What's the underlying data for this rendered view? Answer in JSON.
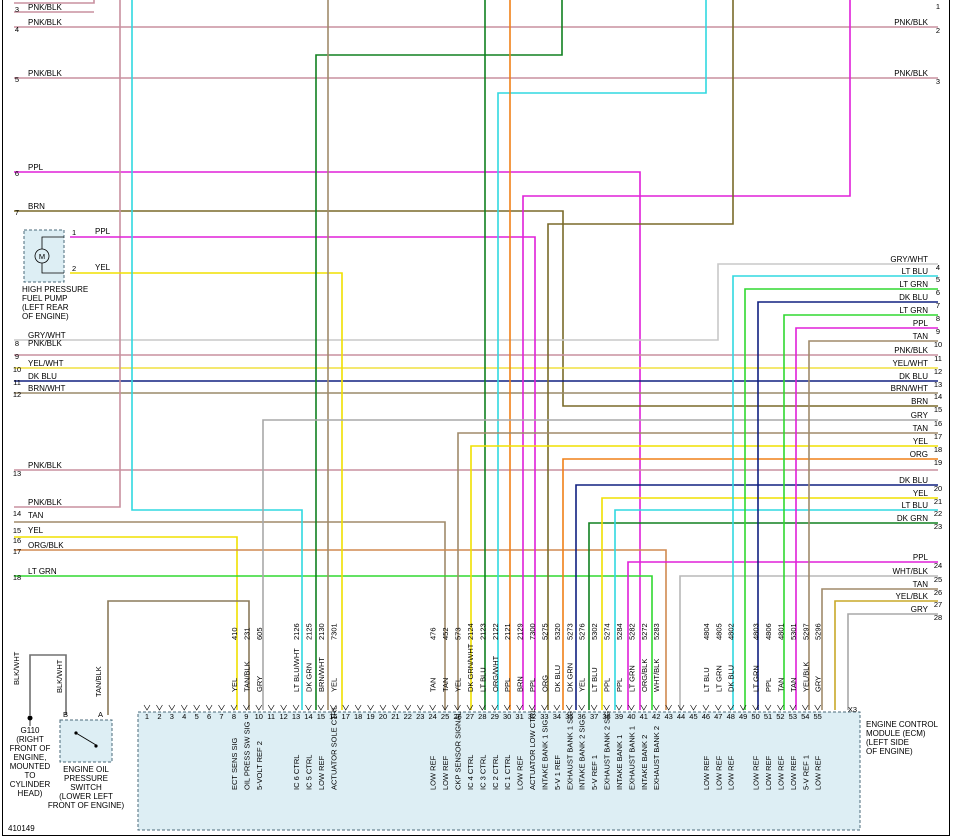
{
  "diagram_id": "410149",
  "ecm_label": [
    "ENGINE CONTROL",
    "MODULE (ECM)",
    "(LEFT SIDE",
    "OF ENGINE)"
  ],
  "ecm_connector_label": "X3",
  "pump_label": [
    "HIGH PRESSURE",
    "FUEL PUMP",
    "(LEFT REAR",
    "OF ENGINE)"
  ],
  "pump_pins": [
    "1",
    "2"
  ],
  "pump_motor_symbol": "M",
  "ground_label": [
    "G110",
    "(RIGHT",
    "FRONT OF",
    "ENGINE,",
    "MOUNTED",
    "TO",
    "CYLINDER",
    "HEAD)"
  ],
  "switch_label": [
    "ENGINE OIL",
    "PRESSURE",
    "SWITCH",
    "(LOWER LEFT",
    "FRONT OF ENGINE)"
  ],
  "switch_pins": [
    "B",
    "A"
  ],
  "switch_wires": [
    "BLK/WHT",
    "TAN/BLK"
  ],
  "ground_wire": "BLK/WHT",
  "left_labels": [
    {
      "pin": "3",
      "text": "PNK/BLK"
    },
    {
      "pin": "4",
      "text": "PNK/BLK"
    },
    {
      "pin": "5",
      "text": "PNK/BLK"
    },
    {
      "pin": "6",
      "text": "PPL"
    },
    {
      "pin": "7",
      "text": "BRN"
    },
    {
      "pin": "8",
      "text": "GRY/WHT"
    },
    {
      "pin": "",
      "text": "PNK/BLK"
    },
    {
      "pin": "9",
      "text": ""
    },
    {
      "pin": "10",
      "text": "YEL/WHT"
    },
    {
      "pin": "11",
      "text": "DK BLU"
    },
    {
      "pin": "12",
      "text": "BRN/WHT"
    },
    {
      "pin": "13",
      "text": "PNK/BLK"
    },
    {
      "pin": "",
      "text": "PNK/BLK"
    },
    {
      "pin": "14",
      "text": "TAN"
    },
    {
      "pin": "15",
      "text": "YEL"
    },
    {
      "pin": "16",
      "text": "ORG/BLK"
    },
    {
      "pin": "17",
      "text": ""
    },
    {
      "pin": "18",
      "text": "LT GRN"
    }
  ],
  "pump_wire_labels": [
    "PPL",
    "YEL"
  ],
  "right_labels": [
    {
      "pin": "1",
      "text": ""
    },
    {
      "pin": "2",
      "text": "PNK/BLK"
    },
    {
      "pin": "3",
      "text": "PNK/BLK"
    },
    {
      "pin": "4",
      "text": "GRY/WHT"
    },
    {
      "pin": "5",
      "text": "LT BLU"
    },
    {
      "pin": "6",
      "text": "LT GRN"
    },
    {
      "pin": "7",
      "text": "DK BLU"
    },
    {
      "pin": "8",
      "text": "LT GRN"
    },
    {
      "pin": "9",
      "text": "PPL"
    },
    {
      "pin": "10",
      "text": "TAN"
    },
    {
      "pin": "11",
      "text": "PNK/BLK"
    },
    {
      "pin": "12",
      "text": "YEL/WHT"
    },
    {
      "pin": "13",
      "text": "DK BLU"
    },
    {
      "pin": "14",
      "text": "BRN/WHT"
    },
    {
      "pin": "15",
      "text": "BRN"
    },
    {
      "pin": "16",
      "text": "GRY"
    },
    {
      "pin": "17",
      "text": "TAN"
    },
    {
      "pin": "18",
      "text": "YEL"
    },
    {
      "pin": "19",
      "text": "ORG"
    },
    {
      "pin": "20",
      "text": "DK BLU"
    },
    {
      "pin": "21",
      "text": "YEL"
    },
    {
      "pin": "22",
      "text": "LT BLU"
    },
    {
      "pin": "23",
      "text": "DK GRN"
    },
    {
      "pin": "24",
      "text": "PPL"
    },
    {
      "pin": "25",
      "text": "WHT/BLK"
    },
    {
      "pin": "26",
      "text": "TAN"
    },
    {
      "pin": "27",
      "text": "YEL/BLK"
    },
    {
      "pin": "28",
      "text": "GRY"
    }
  ],
  "ecm_pins": [
    {
      "pin": "1",
      "circuit": "",
      "color": "",
      "func": ""
    },
    {
      "pin": "2",
      "circuit": "",
      "color": "",
      "func": ""
    },
    {
      "pin": "3",
      "circuit": "",
      "color": "",
      "func": ""
    },
    {
      "pin": "4",
      "circuit": "",
      "color": "",
      "func": ""
    },
    {
      "pin": "5",
      "circuit": "",
      "color": "",
      "func": ""
    },
    {
      "pin": "6",
      "circuit": "",
      "color": "",
      "func": ""
    },
    {
      "pin": "7",
      "circuit": "",
      "color": "",
      "func": ""
    },
    {
      "pin": "8",
      "circuit": "410",
      "color": "YEL",
      "func": "ECT SENS SIG"
    },
    {
      "pin": "9",
      "circuit": "231",
      "color": "TAN/BLK",
      "func": "OIL PRESS SW SIG"
    },
    {
      "pin": "10",
      "circuit": "605",
      "color": "GRY",
      "func": "5-VOLT REF 2"
    },
    {
      "pin": "11",
      "circuit": "",
      "color": "",
      "func": ""
    },
    {
      "pin": "12",
      "circuit": "",
      "color": "",
      "func": ""
    },
    {
      "pin": "13",
      "circuit": "2126",
      "color": "LT BLU/WHT",
      "func": "IC 6 CTRL"
    },
    {
      "pin": "14",
      "circuit": "2125",
      "color": "DK GRN",
      "func": "IC 5 CTRL"
    },
    {
      "pin": "15",
      "circuit": "2130",
      "color": "BRN/WHT",
      "func": "LOW REF"
    },
    {
      "pin": "16",
      "circuit": "7301",
      "color": "YEL",
      "func": "ACTUATOR SOLE CTRL"
    },
    {
      "pin": "17",
      "circuit": "",
      "color": "",
      "func": ""
    },
    {
      "pin": "18",
      "circuit": "",
      "color": "",
      "func": ""
    },
    {
      "pin": "19",
      "circuit": "",
      "color": "",
      "func": ""
    },
    {
      "pin": "20",
      "circuit": "",
      "color": "",
      "func": ""
    },
    {
      "pin": "21",
      "circuit": "",
      "color": "",
      "func": ""
    },
    {
      "pin": "22",
      "circuit": "",
      "color": "",
      "func": ""
    },
    {
      "pin": "23",
      "circuit": "",
      "color": "",
      "func": ""
    },
    {
      "pin": "24",
      "circuit": "476",
      "color": "TAN",
      "func": "LOW REF"
    },
    {
      "pin": "25",
      "circuit": "452",
      "color": "TAN",
      "func": "LOW REF"
    },
    {
      "pin": "26",
      "circuit": "573",
      "color": "YEL",
      "func": "CKP SENSOR SIGNAL"
    },
    {
      "pin": "27",
      "circuit": "2124",
      "color": "DK GRN/WHT",
      "func": "IC 4 CTRL"
    },
    {
      "pin": "28",
      "circuit": "2123",
      "color": "LT BLU",
      "func": "IC 3 CTRL"
    },
    {
      "pin": "29",
      "circuit": "2122",
      "color": "ORG/WHT",
      "func": "IC 2 CTRL"
    },
    {
      "pin": "30",
      "circuit": "2121",
      "color": "PPL",
      "func": "IC 1 CTRL"
    },
    {
      "pin": "31",
      "circuit": "2129",
      "color": "BRN",
      "func": "LOW REF"
    },
    {
      "pin": "32",
      "circuit": "7300",
      "color": "PPL",
      "func": "ACTUATOR LOW CTRL"
    },
    {
      "pin": "33",
      "circuit": "5275",
      "color": "ORG",
      "func": "INTAKE BANK 1 SIG"
    },
    {
      "pin": "34",
      "circuit": "5320",
      "color": "DK BLU",
      "func": "5-V 1 REF"
    },
    {
      "pin": "35",
      "circuit": "5273",
      "color": "DK GRN",
      "func": "EXHAUST BANK 1 SIG"
    },
    {
      "pin": "36",
      "circuit": "5276",
      "color": "YEL",
      "func": "INTAKE BANK 2 SIG"
    },
    {
      "pin": "37",
      "circuit": "5302",
      "color": "LT BLU",
      "func": "5-V REF 1"
    },
    {
      "pin": "38",
      "circuit": "5274",
      "color": "PPL",
      "func": "EXHAUST BANK 2 SIG"
    },
    {
      "pin": "39",
      "circuit": "5284",
      "color": "PPL",
      "func": "INTAKE BANK 1"
    },
    {
      "pin": "40",
      "circuit": "5282",
      "color": "LT GRN",
      "func": "EXHAUST BANK 1"
    },
    {
      "pin": "41",
      "circuit": "5272",
      "color": "ORG/BLK",
      "func": "INTAKE BANK 2"
    },
    {
      "pin": "42",
      "circuit": "5283",
      "color": "WHT/BLK",
      "func": "EXHAUST BANK 2"
    },
    {
      "pin": "43",
      "circuit": "",
      "color": "",
      "func": ""
    },
    {
      "pin": "44",
      "circuit": "",
      "color": "",
      "func": ""
    },
    {
      "pin": "45",
      "circuit": "",
      "color": "",
      "func": ""
    },
    {
      "pin": "46",
      "circuit": "4804",
      "color": "LT BLU",
      "func": "LOW REF"
    },
    {
      "pin": "47",
      "circuit": "4805",
      "color": "LT GRN",
      "func": "LOW REF"
    },
    {
      "pin": "48",
      "circuit": "4802",
      "color": "DK BLU",
      "func": "LOW REF"
    },
    {
      "pin": "49",
      "circuit": "",
      "color": "",
      "func": ""
    },
    {
      "pin": "50",
      "circuit": "4803",
      "color": "LT GRN",
      "func": "LOW REF"
    },
    {
      "pin": "51",
      "circuit": "4806",
      "color": "PPL",
      "func": "LOW REF"
    },
    {
      "pin": "52",
      "circuit": "4801",
      "color": "TAN",
      "func": "LOW REF"
    },
    {
      "pin": "53",
      "circuit": "5301",
      "color": "TAN",
      "func": "LOW REF"
    },
    {
      "pin": "54",
      "circuit": "5297",
      "color": "YEL/BLK",
      "func": "5-V REF 1"
    },
    {
      "pin": "55",
      "circuit": "5296",
      "color": "GRY",
      "func": "LOW REF"
    }
  ],
  "wire_colors": {
    "PNK/BLK": "#c8909f",
    "PPL": "#e020d8",
    "BRN": "#7a6a2a",
    "GRY": "#a8a8a8",
    "GRY/WHT": "#c8c8c8",
    "YEL": "#f0e000",
    "YEL/WHT": "#f0e040",
    "DK BLU": "#102080",
    "LT BLU": "#30d8e0",
    "LT GRN": "#30d830",
    "DK GRN": "#108020",
    "TAN": "#a08a6a",
    "ORG": "#f08018",
    "ORG/BLK": "#d08a50",
    "WHT/BLK": "#b8b8b8",
    "YEL/BLK": "#c8a828",
    "BRN/WHT": "#9a8a6a",
    "TAN/BLK": "#8a7a5a",
    "BLK/WHT": "#707070"
  }
}
